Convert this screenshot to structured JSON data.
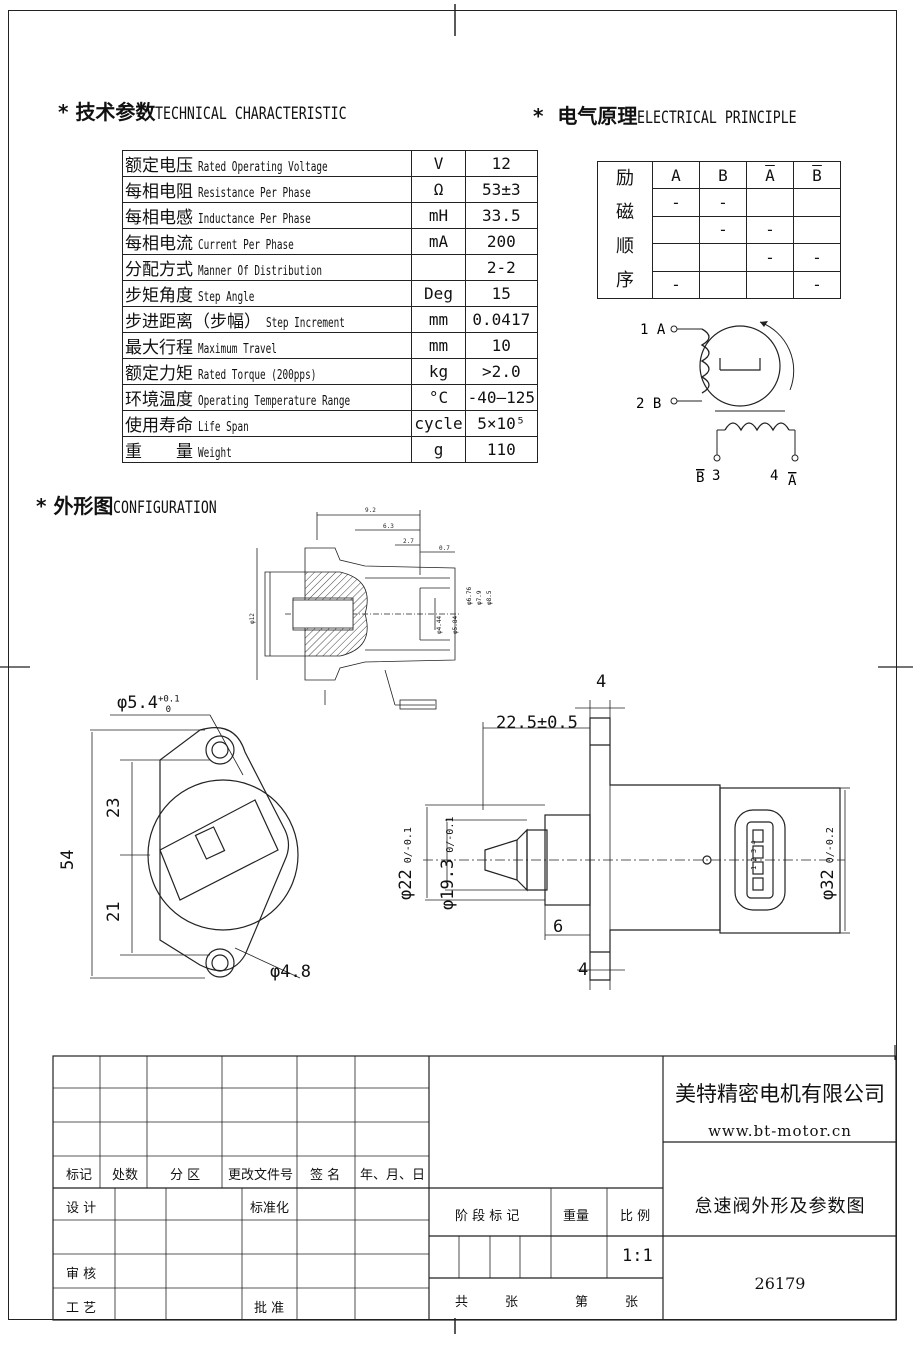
{
  "tech": {
    "marker": "*",
    "title_cn": "技术参数",
    "title_en": "TECHNICAL CHARACTERISTIC",
    "rows": [
      {
        "cn": "额定电压",
        "en": "Rated Operating Voltage",
        "unit": "V",
        "value": "12"
      },
      {
        "cn": "每相电阻",
        "en": "Resistance Per Phase",
        "unit": "Ω",
        "value": "53±3"
      },
      {
        "cn": "每相电感",
        "en": "Inductance Per Phase",
        "unit": "mH",
        "value": "33.5"
      },
      {
        "cn": "每相电流",
        "en": "Current Per Phase",
        "unit": "mA",
        "value": "200"
      },
      {
        "cn": "分配方式",
        "en": "Manner Of Distribution",
        "unit": "",
        "value": "2-2"
      },
      {
        "cn": "步矩角度",
        "en": "Step Angle",
        "unit": "Deg",
        "value": "15"
      },
      {
        "cn": "步进距离（步幅）",
        "en": "Step Increment",
        "unit": "mm",
        "value": "0.0417"
      },
      {
        "cn": "最大行程",
        "en": "Maximum Travel",
        "unit": "mm",
        "value": "10"
      },
      {
        "cn": "额定力矩",
        "en": "Rated Torque (200pps)",
        "unit": "kg",
        "value": ">2.0"
      },
      {
        "cn": "环境温度",
        "en": "Operating Temperature Range",
        "unit": "°C",
        "value": "-40—125"
      },
      {
        "cn": "使用寿命",
        "en": "Life Span",
        "unit": "cycle",
        "value": "5×10⁵"
      },
      {
        "cn": "重　　量",
        "en": "Weight",
        "unit": "g",
        "value": "110"
      }
    ]
  },
  "elec": {
    "marker": "*",
    "title_cn": "电气原理",
    "title_en": "ELECTRICAL PRINCIPLE",
    "seq_label": [
      "励",
      "磁",
      "顺",
      "序"
    ],
    "headers": [
      "A",
      "B",
      "A",
      "B"
    ],
    "overlined": [
      false,
      false,
      true,
      true
    ],
    "rows": [
      [
        "-",
        "-",
        "",
        ""
      ],
      [
        "",
        "-",
        "-",
        ""
      ],
      [
        "",
        "",
        "-",
        "-"
      ],
      [
        "-",
        "",
        "",
        "-"
      ]
    ],
    "pins": {
      "p1": "1 A",
      "p2": "2 B",
      "p3": "3",
      "p4": "4",
      "p3_letter": "B",
      "p4_letter": "A"
    }
  },
  "config": {
    "marker": "*",
    "title_cn": "外形图",
    "title_en": "CONFIGURATION",
    "dims": {
      "hole_top": "φ5.4",
      "hole_top_tol": "+0.1",
      "hole_top_tol2": "0",
      "hole_bottom": "φ4.8",
      "height_total": "54",
      "upper": "23",
      "lower": "21",
      "protrusion": "22.5±0.5",
      "flange": "4",
      "flange_b": "4",
      "step": "6",
      "d22": "φ22",
      "d22_tol": "0",
      "d22_tol2": "-0.1",
      "d19": "φ19.3",
      "d19_tol": "0",
      "d19_tol2": "-0.1",
      "d32": "φ32",
      "d32_tol": "0",
      "d32_tol2": "-0.2",
      "detail_a": "9.2",
      "detail_b": "6.3",
      "detail_c": "2.7",
      "detail_d": "0.7",
      "detail_d1": "φ12",
      "detail_d2": "φ4.44",
      "detail_d3": "φ5.84",
      "detail_d4": "φ6.76",
      "detail_d5": "φ7.9",
      "detail_d6": "φ8.5",
      "connector_pins": "1 2 3 4"
    }
  },
  "title_block": {
    "company": "美特精密电机有限公司",
    "url": "www.bt-motor.cn",
    "drawing_title": "怠速阀外形及参数图",
    "drawing_no": "26179",
    "rev_headers": [
      "标记",
      "处数",
      "分 区",
      "更改文件号",
      "签 名",
      "年、月、日"
    ],
    "design": "设 计",
    "standard": "标准化",
    "check": "审 核",
    "process": "工 艺",
    "approve": "批 准",
    "stage": "阶 段 标 记",
    "weight": "重量",
    "scale": "比 例",
    "scale_value": "1:1",
    "total": "共",
    "sheets": "张",
    "sheet_no": "第",
    "sheets2": "张"
  }
}
